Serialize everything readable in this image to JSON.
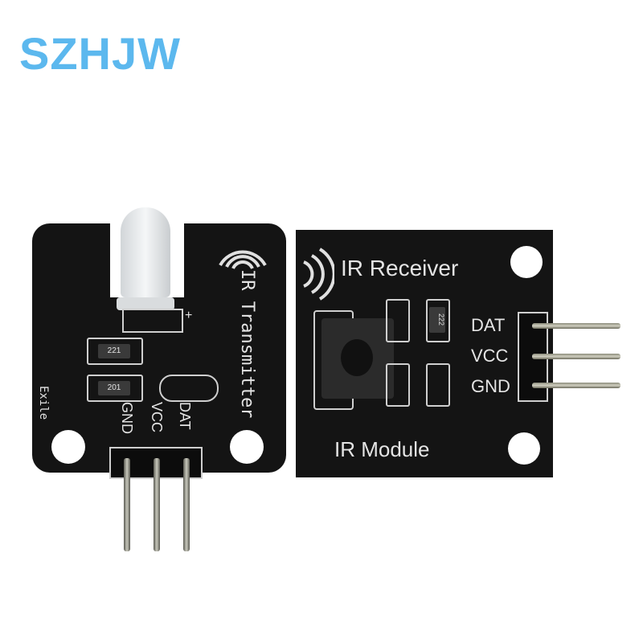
{
  "brand": {
    "text": "SZHJW",
    "color": "#5cb8ee"
  },
  "transmitter": {
    "title": "IR Transmitter",
    "maker_mark": "Exile",
    "pins": [
      "GND",
      "VCC",
      "DAT"
    ],
    "resistors": [
      "221",
      "201"
    ],
    "polarity_mark": "+"
  },
  "receiver": {
    "title": "IR Receiver",
    "subtitle": "IR Module",
    "pins": [
      "DAT",
      "VCC",
      "GND"
    ],
    "resistor": "222"
  }
}
